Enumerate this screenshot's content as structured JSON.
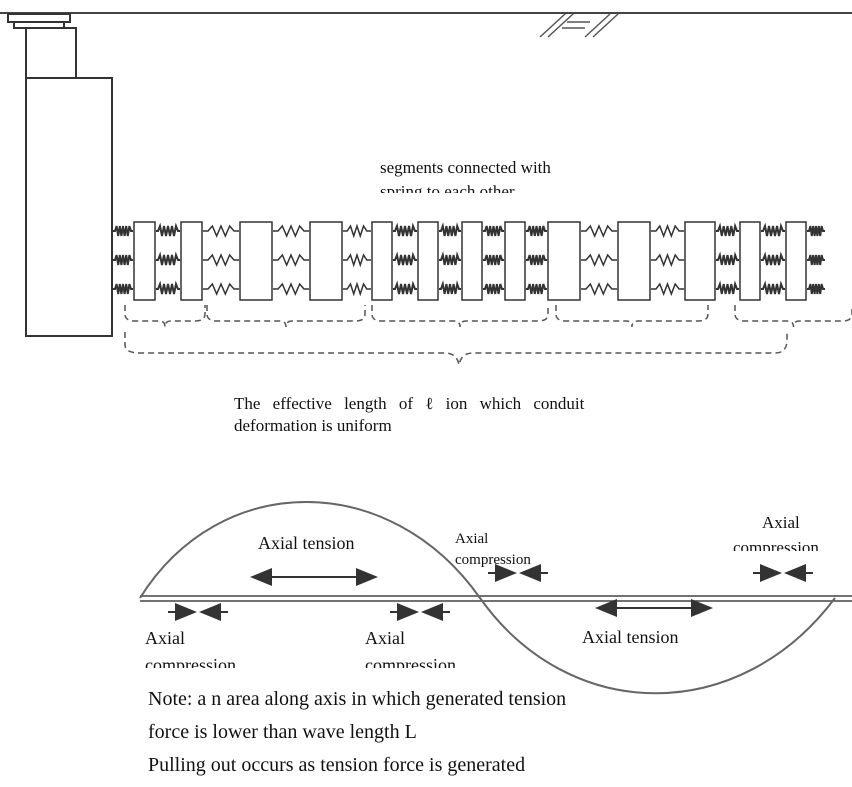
{
  "labels": {
    "segments": "segments connected with spring to each other",
    "effective_line1": "The effective length of ℓ ion which conduit",
    "effective_line2": "deformation is uniform",
    "axial_tension_left": "Axial tension",
    "axial_tension_right": "Axial tension",
    "axial_compression_top_mid_1": "Axial",
    "axial_compression_top_mid_2": "compression",
    "axial_compression_top_right_1": "Axial",
    "axial_compression_top_right_2": "compression",
    "axial_compression_bottom_left_1": "Axial",
    "axial_compression_bottom_left_2": "compression",
    "axial_compression_bottom_mid_1": "Axial",
    "axial_compression_bottom_mid_2": "compression"
  },
  "note": {
    "line1": "Note: a n area along axis in which generated tension",
    "line2": "force is lower than wave length L",
    "line3": "Pulling out occurs as tension force is generated"
  }
}
